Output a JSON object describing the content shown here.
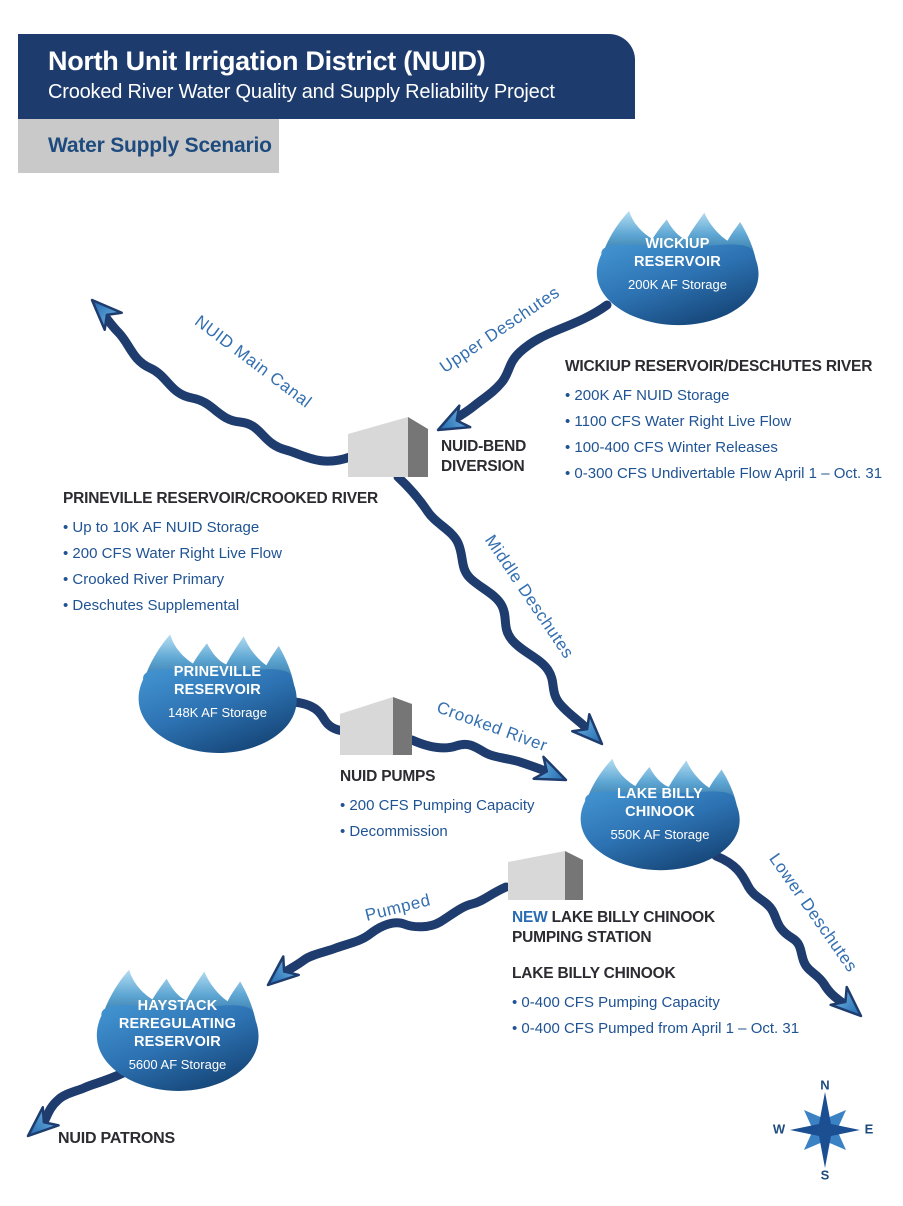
{
  "header": {
    "title": "North Unit Irrigation District (NUID)",
    "subtitle": "Crooked River Water Quality and Supply Reliability Project",
    "scenario": "Water Supply Scenario"
  },
  "colors": {
    "header_navy": "#1d3c6d",
    "river_navy": "#1e3c6e",
    "river_label_blue": "#336fb0",
    "bullet_blue": "#1f5393",
    "new_highlight_blue": "#2a6cb4",
    "banner_gray": "#c9c9c9",
    "reservoir_blue_light": "#4191cf",
    "reservoir_blue_dark": "#123f6f"
  },
  "reservoirs": {
    "wickiup": {
      "line1": "WICKIUP",
      "line2": "RESERVOIR",
      "storage": "200K AF Storage"
    },
    "prineville": {
      "line1": "PRINEVILLE",
      "line2": "RESERVOIR",
      "storage": "148K AF Storage"
    },
    "lake_billy_chinook": {
      "line1": "LAKE BILLY",
      "line2": "CHINOOK",
      "storage": "550K AF Storage"
    },
    "haystack": {
      "line1": "HAYSTACK",
      "line2": "REREGULATING",
      "line3": "RESERVOIR",
      "storage": "5600 AF Storage"
    }
  },
  "info_blocks": {
    "wickiup": {
      "heading": "WICKIUP RESERVOIR/DESCHUTES RIVER",
      "bullets": [
        "200K AF NUID Storage",
        "1100 CFS Water Right Live Flow",
        "100-400 CFS Winter Releases",
        "0-300 CFS Undivertable Flow April 1 – Oct. 31"
      ]
    },
    "prineville": {
      "heading": "PRINEVILLE RESERVOIR/CROOKED RIVER",
      "bullets": [
        "Up to 10K AF NUID Storage",
        "200 CFS Water Right Live Flow",
        "Crooked River Primary",
        "Deschutes Supplemental"
      ]
    },
    "pumps": {
      "heading": "NUID PUMPS",
      "bullets": [
        "200 CFS Pumping Capacity",
        "Decommission"
      ]
    },
    "lbc": {
      "heading": "LAKE BILLY CHINOOK",
      "bullets": [
        "0-400 CFS Pumping Capacity",
        "0-400 CFS Pumped from April 1 – Oct. 31"
      ]
    }
  },
  "facilities": {
    "diversion": {
      "line1": "NUID-BEND",
      "line2": "DIVERSION"
    },
    "station": {
      "new_word": "NEW",
      "line1_rest": "LAKE BILLY CHINOOK",
      "line2": "PUMPING STATION"
    }
  },
  "destinations": {
    "patrons": "NUID PATRONS"
  },
  "river_labels": {
    "nuid_main_canal": "NUID Main Canal",
    "upper_deschutes": "Upper Deschutes",
    "middle_deschutes": "Middle Deschutes",
    "crooked_river": "Crooked River",
    "lower_deschutes": "Lower Deschutes",
    "pumped": "Pumped"
  },
  "compass": {
    "n": "N",
    "e": "E",
    "s": "S",
    "w": "W"
  }
}
